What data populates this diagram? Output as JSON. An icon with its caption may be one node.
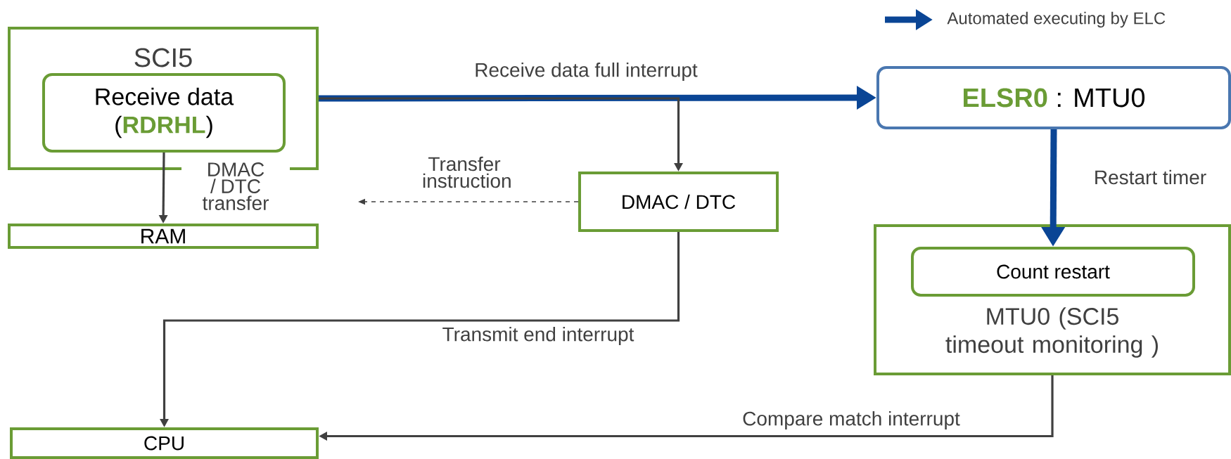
{
  "diagram": {
    "nodes": [
      {
        "text": [
          "SCI5"
        ]
      },
      {
        "text": [
          "Receive data",
          "(**RDRHL**)"
        ],
        "in": 0
      },
      {
        "text": [
          "RAM"
        ]
      },
      {
        "text": [
          "DMAC / DTC"
        ]
      },
      {
        "text": [
          "**ELSR0** : MTU0"
        ]
      },
      {
        "text": [
          "MTU0 (SCI5 timeout monitoring )"
        ]
      },
      {
        "text": [
          "Count restart"
        ],
        "in": 5
      },
      {
        "text": [
          "CPU"
        ]
      }
    ],
    "edges": [
      {
        "from": 1,
        "to": 2,
        "arrow": "to",
        "label": "DMAC / DTC transfer"
      },
      {
        "from": 0,
        "to": 4,
        "arrow": "to",
        "label": "Receive data full interrupt",
        "style": "thick",
        "color": "#0a4595"
      },
      {
        "from": 0,
        "to": 3,
        "arrow": "to"
      },
      {
        "from": 3,
        "to": null,
        "arrow": "to",
        "label": "Transfer instruction",
        "style": "dashed"
      },
      {
        "from": 4,
        "to": 6,
        "arrow": "to",
        "label": "Restart timer",
        "style": "thick",
        "color": "#0a4595"
      },
      {
        "from": 3,
        "to": 7,
        "arrow": "to",
        "label": "Transmit end interrupt"
      },
      {
        "from": 5,
        "to": 7,
        "arrow": "to",
        "label": "Compare match interrupt"
      }
    ],
    "legend": [
      {
        "text": "Automated executing by ELC"
      }
    ]
  }
}
